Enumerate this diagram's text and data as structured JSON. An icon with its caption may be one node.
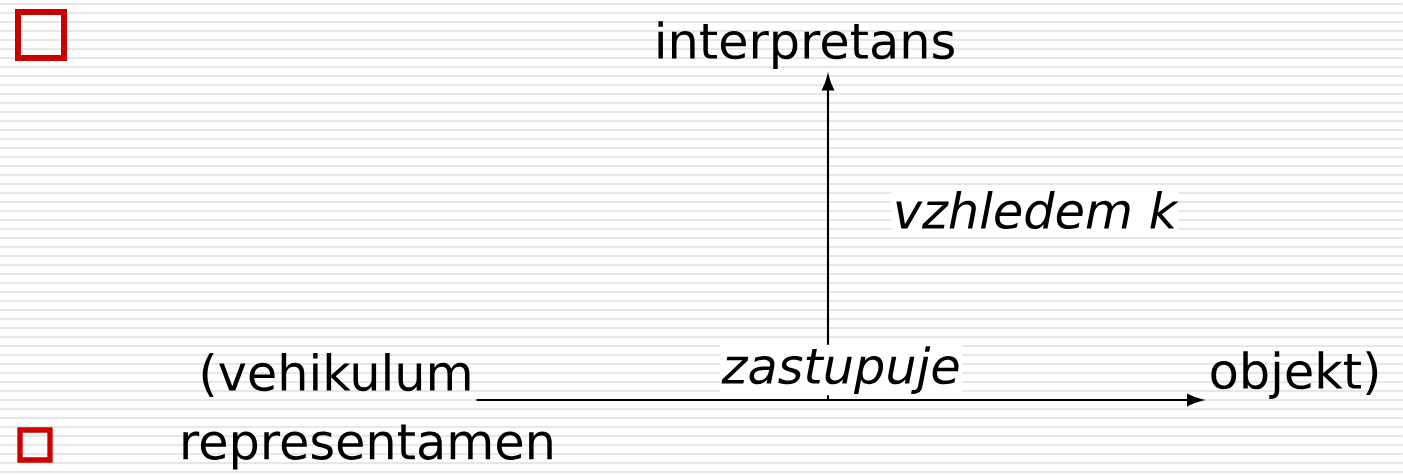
{
  "diagram": {
    "nodes": [
      {
        "text": [
          "interpretans"
        ]
      },
      {
        "text": [
          "(vehikulum"
        ]
      },
      {
        "text": [
          "objekt)"
        ]
      }
    ],
    "edges": [
      {
        "from": 1,
        "to": 2,
        "arrow": "to",
        "label": "zastupuje"
      },
      {
        "from": null,
        "to": 0,
        "arrow": "to",
        "label": "vzhledem k"
      }
    ],
    "labels": [
      "representamen"
    ]
  }
}
